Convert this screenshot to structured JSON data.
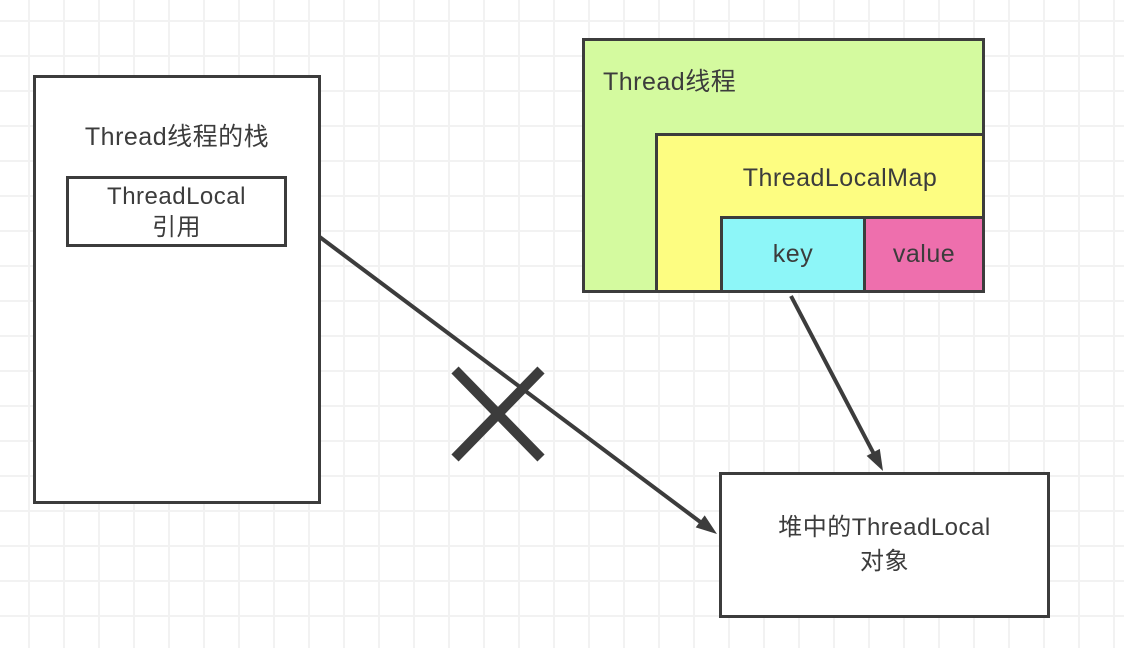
{
  "colors": {
    "canvas_bg": "#ffffff",
    "grid_line": "#f2f2f2",
    "stroke": "#3c3c3c",
    "text": "#3c3c3c",
    "stack_box_fill": "#ffffff",
    "thread_box_fill": "#d4fa9f",
    "map_box_fill": "#fdfd81",
    "key_box_fill": "#8df6f8",
    "value_box_fill": "#ee6fad",
    "heap_box_fill": "#ffffff"
  },
  "stack_box": {
    "title": "Thread线程的栈"
  },
  "ref_box": {
    "line1": "ThreadLocal",
    "line2": "引用"
  },
  "thread_box": {
    "title": "Thread线程"
  },
  "map_box": {
    "title": "ThreadLocalMap"
  },
  "entry": {
    "key_label": "key",
    "value_label": "value"
  },
  "heap_box": {
    "line1": "堆中的ThreadLocal",
    "line2": "对象"
  }
}
